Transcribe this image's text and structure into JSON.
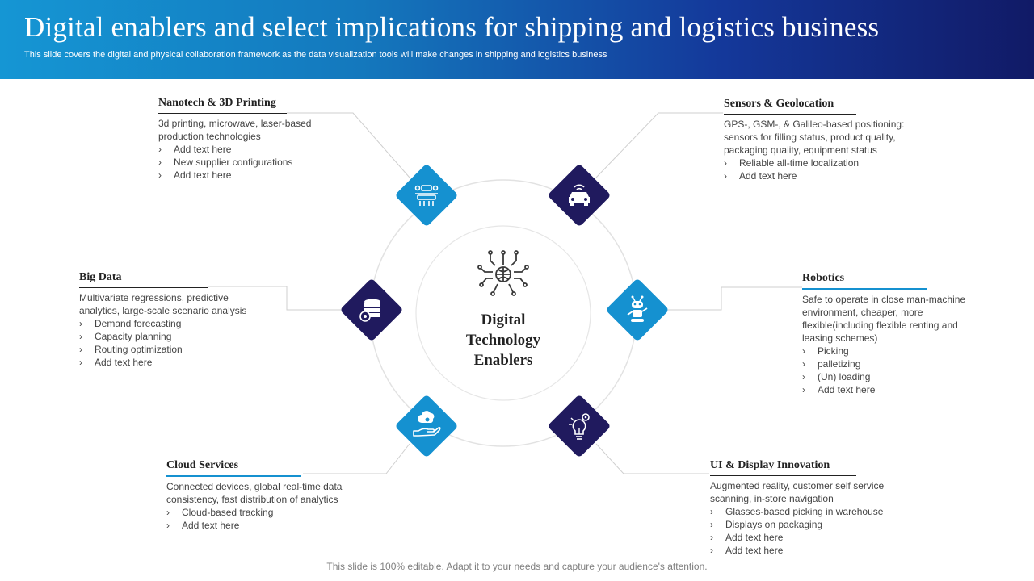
{
  "header": {
    "title": "Digital enablers and select implications for shipping and logistics business",
    "subtitle": "This slide covers the digital and physical collaboration framework as the data visualization tools will make changes in shipping and logistics business"
  },
  "center": {
    "lines": [
      "Digital",
      "Technology",
      "Enablers"
    ]
  },
  "colors": {
    "cyan": "#1591d0",
    "navy": "#201a5e",
    "ring": "#e2e2e2",
    "connector": "#cfcfcf"
  },
  "blocks": {
    "nanotech": {
      "title": "Nanotech & 3D Printing",
      "desc": "3d printing, microwave, laser-based production technologies",
      "bullets": [
        "Add text here",
        "New supplier configurations",
        "Add text here"
      ],
      "icon": "3d-printer-icon"
    },
    "sensors": {
      "title": "Sensors & Geolocation",
      "desc": "GPS-, GSM-, & Galileo-based positioning: sensors for filling status, product quality, packaging quality, equipment status",
      "bullets": [
        "Reliable all-time localization",
        "Add text here"
      ],
      "icon": "connected-car-icon"
    },
    "bigdata": {
      "title": "Big Data",
      "desc": "Multivariate regressions, predictive analytics, large-scale scenario analysis",
      "bullets": [
        "Demand forecasting",
        "Capacity planning",
        "Routing optimization",
        "Add text here"
      ],
      "icon": "database-gear-icon"
    },
    "robotics": {
      "title": "Robotics",
      "desc": "Safe to operate in close man-machine environment, cheaper, more flexible(including flexible renting and leasing schemes)",
      "bullets": [
        "Picking",
        "palletizing",
        "(Un) loading",
        "Add text here"
      ],
      "icon": "robot-icon"
    },
    "cloud": {
      "title": "Cloud Services",
      "desc": "Connected devices, global real-time data consistency, fast distribution of analytics",
      "bullets": [
        "Cloud-based tracking",
        "Add text here"
      ],
      "icon": "cloud-hand-icon"
    },
    "ui": {
      "title": "UI & Display Innovation",
      "desc": "Augmented reality, customer self service scanning, in-store navigation",
      "bullets": [
        "Glasses-based picking in warehouse",
        "Displays on packaging",
        "Add text here",
        "Add text here"
      ],
      "icon": "idea-bulb-icon"
    }
  },
  "footer": "This slide is 100% editable. Adapt it to your needs and capture your audience's attention."
}
